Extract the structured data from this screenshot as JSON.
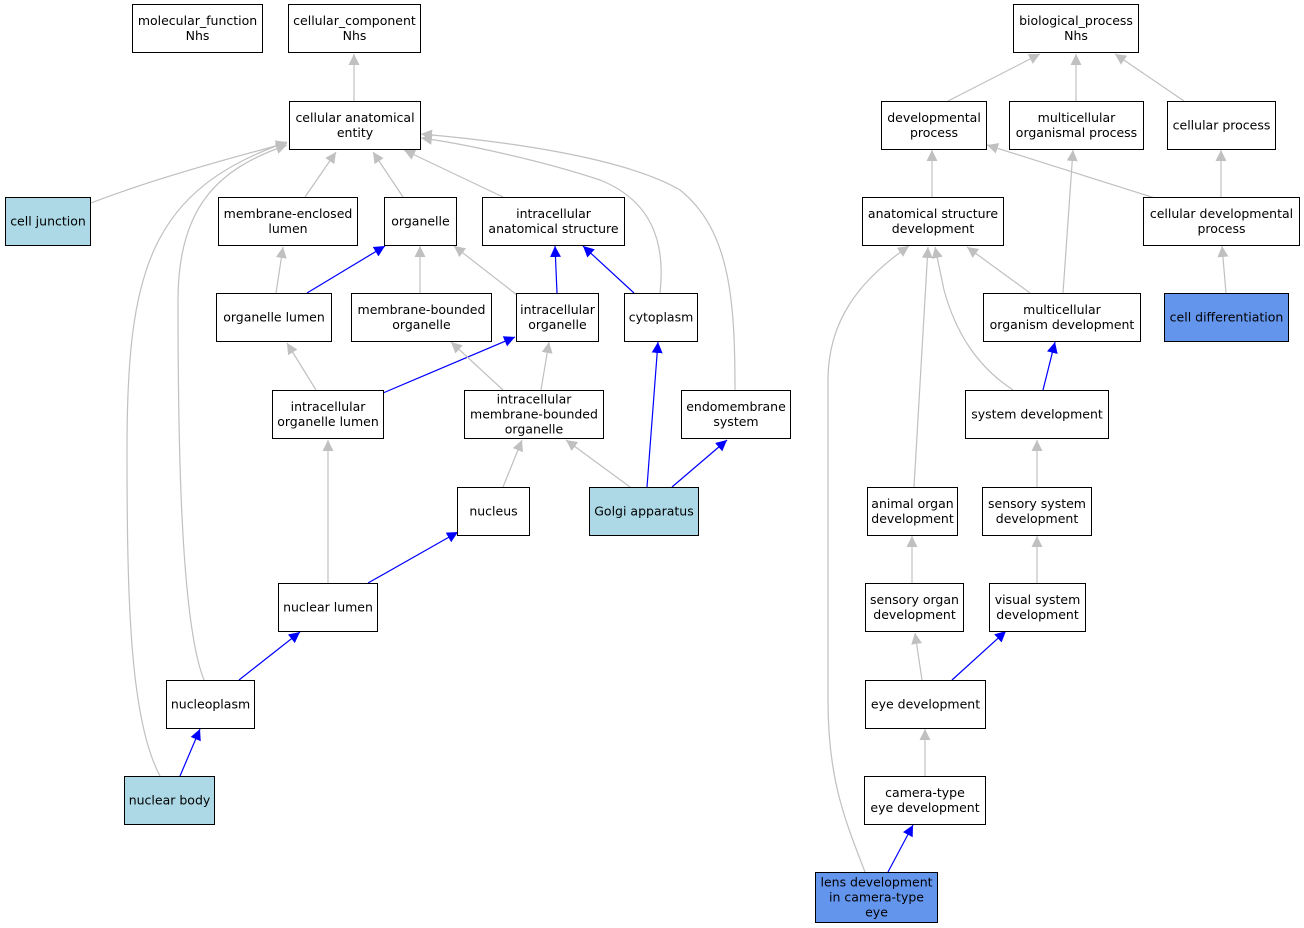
{
  "colors": {
    "default_fill": "#ffffff",
    "lightblue_fill": "#add8e6",
    "cornflower_fill": "#6495ed",
    "is_a_edge": "#c0c0c0",
    "part_of_edge": "#0000ff"
  },
  "nodes": {
    "molecular_function": {
      "lines": [
        "molecular_function",
        "Nhs"
      ],
      "fill": "default"
    },
    "cellular_component": {
      "lines": [
        "cellular_component",
        "Nhs"
      ],
      "fill": "default"
    },
    "cellular_anatomical_entity": {
      "lines": [
        "cellular anatomical",
        "entity"
      ],
      "fill": "default"
    },
    "cell_junction": {
      "lines": [
        "cell junction"
      ],
      "fill": "lightblue"
    },
    "membrane_enclosed_lumen": {
      "lines": [
        "membrane-enclosed",
        "lumen"
      ],
      "fill": "default"
    },
    "organelle": {
      "lines": [
        "organelle"
      ],
      "fill": "default"
    },
    "intracellular_anatomical_structure": {
      "lines": [
        "intracellular",
        "anatomical structure"
      ],
      "fill": "default"
    },
    "organelle_lumen": {
      "lines": [
        "organelle lumen"
      ],
      "fill": "default"
    },
    "membrane_bounded_organelle": {
      "lines": [
        "membrane-bounded",
        "organelle"
      ],
      "fill": "default"
    },
    "intracellular_organelle": {
      "lines": [
        "intracellular",
        "organelle"
      ],
      "fill": "default"
    },
    "cytoplasm": {
      "lines": [
        "cytoplasm"
      ],
      "fill": "default"
    },
    "intracellular_organelle_lumen": {
      "lines": [
        "intracellular",
        "organelle lumen"
      ],
      "fill": "default"
    },
    "intracellular_membrane_bounded_organelle": {
      "lines": [
        "intracellular",
        "membrane-bounded",
        "organelle"
      ],
      "fill": "default"
    },
    "endomembrane_system": {
      "lines": [
        "endomembrane",
        "system"
      ],
      "fill": "default"
    },
    "nucleus": {
      "lines": [
        "nucleus"
      ],
      "fill": "default"
    },
    "golgi_apparatus": {
      "lines": [
        "Golgi apparatus"
      ],
      "fill": "lightblue"
    },
    "nuclear_lumen": {
      "lines": [
        "nuclear lumen"
      ],
      "fill": "default"
    },
    "nucleoplasm": {
      "lines": [
        "nucleoplasm"
      ],
      "fill": "default"
    },
    "nuclear_body": {
      "lines": [
        "nuclear body"
      ],
      "fill": "lightblue"
    },
    "biological_process": {
      "lines": [
        "biological_process",
        "Nhs"
      ],
      "fill": "default"
    },
    "developmental_process": {
      "lines": [
        "developmental",
        "process"
      ],
      "fill": "default"
    },
    "multicellular_organismal_process": {
      "lines": [
        "multicellular",
        "organismal process"
      ],
      "fill": "default"
    },
    "cellular_process": {
      "lines": [
        "cellular process"
      ],
      "fill": "default"
    },
    "anatomical_structure_development": {
      "lines": [
        "anatomical structure",
        "development"
      ],
      "fill": "default"
    },
    "cellular_developmental_process": {
      "lines": [
        "cellular developmental",
        "process"
      ],
      "fill": "default"
    },
    "multicellular_organism_development": {
      "lines": [
        "multicellular",
        "organism development"
      ],
      "fill": "default"
    },
    "cell_differentiation": {
      "lines": [
        "cell differentiation"
      ],
      "fill": "cornflower"
    },
    "system_development": {
      "lines": [
        "system development"
      ],
      "fill": "default"
    },
    "animal_organ_development": {
      "lines": [
        "animal organ",
        "development"
      ],
      "fill": "default"
    },
    "sensory_system_development": {
      "lines": [
        "sensory system",
        "development"
      ],
      "fill": "default"
    },
    "sensory_organ_development": {
      "lines": [
        "sensory organ",
        "development"
      ],
      "fill": "default"
    },
    "visual_system_development": {
      "lines": [
        "visual system",
        "development"
      ],
      "fill": "default"
    },
    "eye_development": {
      "lines": [
        "eye development"
      ],
      "fill": "default"
    },
    "camera_type_eye_development": {
      "lines": [
        "camera-type",
        "eye development"
      ],
      "fill": "default"
    },
    "lens_development_in_camera_type_eye": {
      "lines": [
        "lens development",
        "in camera-type",
        "eye"
      ],
      "fill": "cornflower"
    }
  },
  "edges": [
    {
      "from": "cellular_anatomical_entity",
      "to": "cellular_component",
      "type": "is_a"
    },
    {
      "from": "cell_junction",
      "to": "cellular_anatomical_entity",
      "type": "is_a"
    },
    {
      "from": "membrane_enclosed_lumen",
      "to": "cellular_anatomical_entity",
      "type": "is_a"
    },
    {
      "from": "organelle",
      "to": "cellular_anatomical_entity",
      "type": "is_a"
    },
    {
      "from": "intracellular_anatomical_structure",
      "to": "cellular_anatomical_entity",
      "type": "is_a"
    },
    {
      "from": "cytoplasm",
      "to": "cellular_anatomical_entity",
      "type": "is_a"
    },
    {
      "from": "endomembrane_system",
      "to": "cellular_anatomical_entity",
      "type": "is_a"
    },
    {
      "from": "nucleoplasm",
      "to": "cellular_anatomical_entity",
      "type": "is_a"
    },
    {
      "from": "nuclear_body",
      "to": "cellular_anatomical_entity",
      "type": "is_a"
    },
    {
      "from": "organelle_lumen",
      "to": "membrane_enclosed_lumen",
      "type": "is_a"
    },
    {
      "from": "organelle_lumen",
      "to": "organelle",
      "type": "part_of"
    },
    {
      "from": "membrane_bounded_organelle",
      "to": "organelle",
      "type": "is_a"
    },
    {
      "from": "intracellular_organelle",
      "to": "organelle",
      "type": "is_a"
    },
    {
      "from": "intracellular_organelle",
      "to": "intracellular_anatomical_structure",
      "type": "part_of"
    },
    {
      "from": "cytoplasm",
      "to": "intracellular_anatomical_structure",
      "type": "part_of"
    },
    {
      "from": "intracellular_organelle_lumen",
      "to": "organelle_lumen",
      "type": "is_a"
    },
    {
      "from": "intracellular_organelle_lumen",
      "to": "intracellular_organelle",
      "type": "part_of"
    },
    {
      "from": "intracellular_membrane_bounded_organelle",
      "to": "membrane_bounded_organelle",
      "type": "is_a"
    },
    {
      "from": "intracellular_membrane_bounded_organelle",
      "to": "intracellular_organelle",
      "type": "is_a"
    },
    {
      "from": "nucleus",
      "to": "intracellular_membrane_bounded_organelle",
      "type": "is_a"
    },
    {
      "from": "golgi_apparatus",
      "to": "intracellular_membrane_bounded_organelle",
      "type": "is_a"
    },
    {
      "from": "golgi_apparatus",
      "to": "cytoplasm",
      "type": "part_of"
    },
    {
      "from": "golgi_apparatus",
      "to": "endomembrane_system",
      "type": "part_of"
    },
    {
      "from": "nuclear_lumen",
      "to": "intracellular_organelle_lumen",
      "type": "is_a"
    },
    {
      "from": "nuclear_lumen",
      "to": "nucleus",
      "type": "part_of"
    },
    {
      "from": "nucleoplasm",
      "to": "nuclear_lumen",
      "type": "part_of"
    },
    {
      "from": "nuclear_body",
      "to": "nucleoplasm",
      "type": "part_of"
    },
    {
      "from": "developmental_process",
      "to": "biological_process",
      "type": "is_a"
    },
    {
      "from": "multicellular_organismal_process",
      "to": "biological_process",
      "type": "is_a"
    },
    {
      "from": "cellular_process",
      "to": "biological_process",
      "type": "is_a"
    },
    {
      "from": "anatomical_structure_development",
      "to": "developmental_process",
      "type": "is_a"
    },
    {
      "from": "cellular_developmental_process",
      "to": "developmental_process",
      "type": "is_a"
    },
    {
      "from": "cellular_developmental_process",
      "to": "cellular_process",
      "type": "is_a"
    },
    {
      "from": "multicellular_organism_development",
      "to": "anatomical_structure_development",
      "type": "is_a"
    },
    {
      "from": "multicellular_organism_development",
      "to": "multicellular_organismal_process",
      "type": "is_a"
    },
    {
      "from": "cell_differentiation",
      "to": "cellular_developmental_process",
      "type": "is_a"
    },
    {
      "from": "system_development",
      "to": "anatomical_structure_development",
      "type": "is_a"
    },
    {
      "from": "system_development",
      "to": "multicellular_organism_development",
      "type": "part_of"
    },
    {
      "from": "animal_organ_development",
      "to": "anatomical_structure_development",
      "type": "is_a"
    },
    {
      "from": "sensory_system_development",
      "to": "system_development",
      "type": "is_a"
    },
    {
      "from": "sensory_organ_development",
      "to": "animal_organ_development",
      "type": "is_a"
    },
    {
      "from": "visual_system_development",
      "to": "sensory_system_development",
      "type": "is_a"
    },
    {
      "from": "eye_development",
      "to": "sensory_organ_development",
      "type": "is_a"
    },
    {
      "from": "eye_development",
      "to": "visual_system_development",
      "type": "part_of"
    },
    {
      "from": "camera_type_eye_development",
      "to": "eye_development",
      "type": "is_a"
    },
    {
      "from": "lens_development_in_camera_type_eye",
      "to": "camera_type_eye_development",
      "type": "part_of"
    },
    {
      "from": "lens_development_in_camera_type_eye",
      "to": "anatomical_structure_development",
      "type": "is_a"
    }
  ]
}
